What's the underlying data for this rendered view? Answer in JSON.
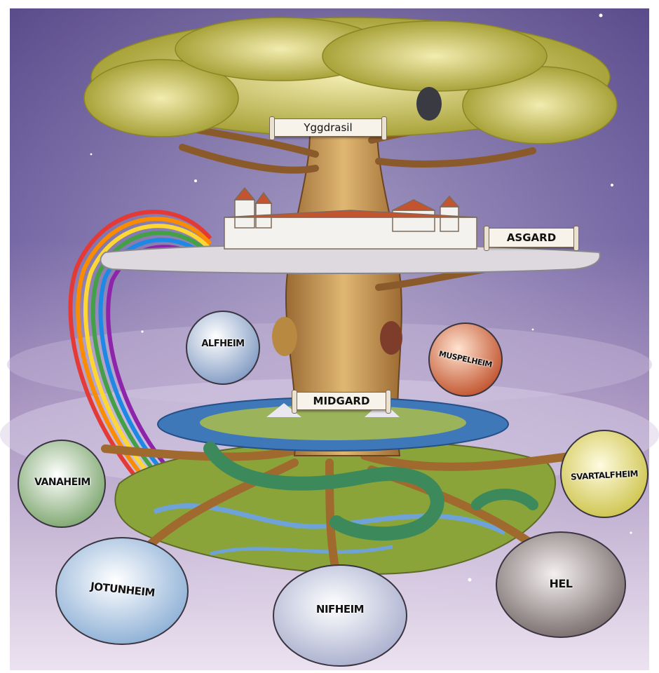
{
  "labels": {
    "tree": "Yggdrasil",
    "asgard": "ASGARD",
    "alfheim": "ALFHEIM",
    "muspelheim": "MUSPELHEIM",
    "midgard": "MIDGARD",
    "vanaheim": "VANAHEIM",
    "svartalfheim": "SVARTALFHEIM",
    "jotunheim": "JOTUNHEIM",
    "nifheim": "NIFHEIM",
    "hel": "HEL"
  },
  "colors": {
    "sky_top": "#5b4c8c",
    "sky_bottom": "#e8dcef",
    "foliage": "#c9c25a",
    "trunk": "#c79b55",
    "water": "#3f78b8",
    "serpent": "#3c8a5c",
    "rainbow": [
      "#e53935",
      "#fb8c00",
      "#fdd835",
      "#43a047",
      "#1e88e5",
      "#8e24aa"
    ]
  }
}
